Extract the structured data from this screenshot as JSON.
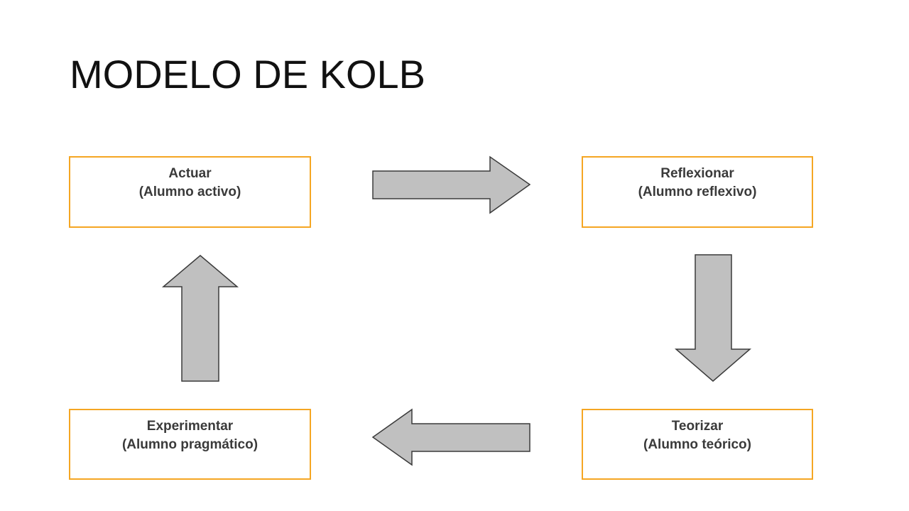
{
  "slide": {
    "title": "MODELO DE KOLB"
  },
  "diagram": {
    "accent_border_color": "#f5a623",
    "arrow_fill_color": "#c0c0c0",
    "boxes": [
      {
        "id": "actuar",
        "line1": "Actuar",
        "line2": "(Alumno activo)"
      },
      {
        "id": "reflexionar",
        "line1": "Reflexionar",
        "line2": "(Alumno reflexivo)"
      },
      {
        "id": "teorizar",
        "line1": "Teorizar",
        "line2": "(Alumno teórico)"
      },
      {
        "id": "experimentar",
        "line1": "Experimentar",
        "line2": "(Alumno pragmático)"
      }
    ],
    "arrows": [
      {
        "id": "actuar-to-reflexionar",
        "direction": "right"
      },
      {
        "id": "reflexionar-to-teorizar",
        "direction": "down"
      },
      {
        "id": "teorizar-to-experimentar",
        "direction": "left"
      },
      {
        "id": "experimentar-to-actuar",
        "direction": "up"
      }
    ]
  }
}
